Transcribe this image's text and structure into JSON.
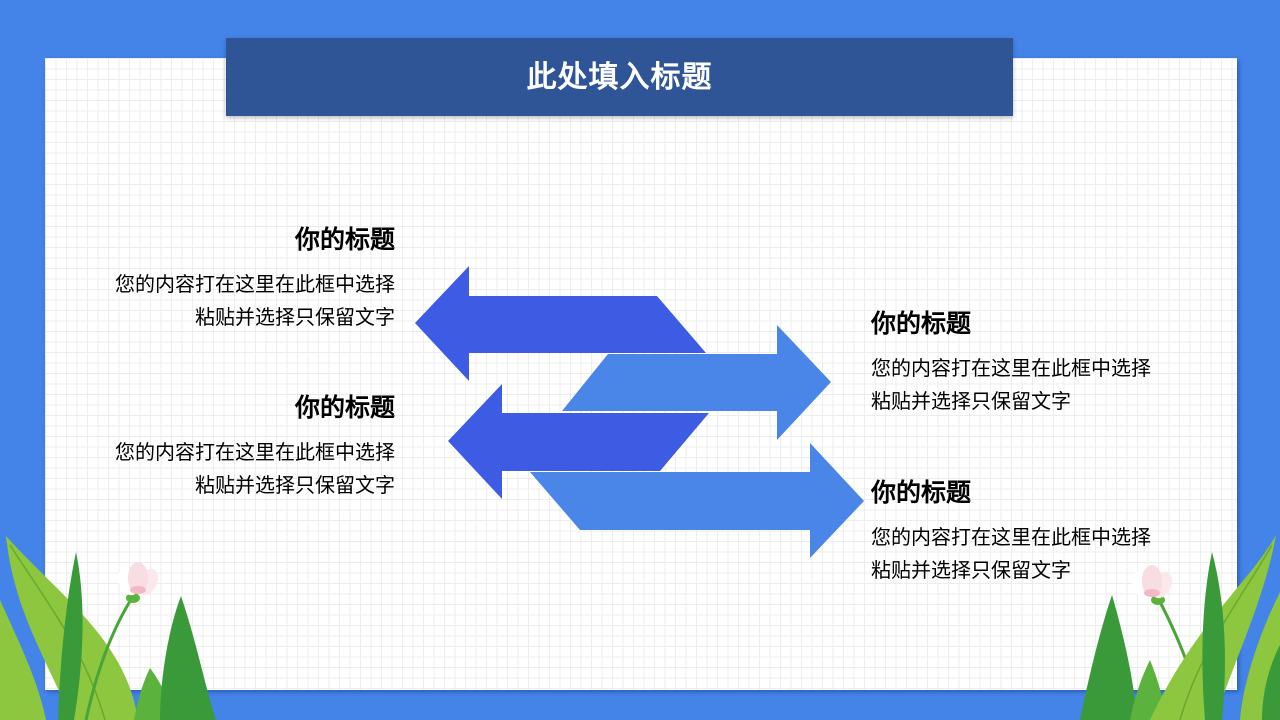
{
  "header": {
    "title": "此处填入标题"
  },
  "blocks": [
    {
      "title": "你的标题",
      "lines": [
        "您的内容打在这里在此框中选择",
        "粘贴并选择只保留文字"
      ]
    },
    {
      "title": "你的标题",
      "lines": [
        "您的内容打在这里在此框中选择",
        "粘贴并选择只保留文字"
      ]
    },
    {
      "title": "你的标题",
      "lines": [
        "您的内容打在这里在此框中选择",
        "粘贴并选择只保留文字"
      ]
    },
    {
      "title": "你的标题",
      "lines": [
        "您的内容打在这里在此框中选择",
        "粘贴并选择只保留文字"
      ]
    }
  ],
  "colors": {
    "background": "#4483e8",
    "banner": "#2f5597",
    "arrow_dark": "#3d5ce3",
    "arrow_light": "#4a86e8",
    "leaf_light": "#8dc63f",
    "leaf_mid": "#5bb33e",
    "leaf_dark": "#3a9a3a",
    "flower": "#f8dde3"
  }
}
